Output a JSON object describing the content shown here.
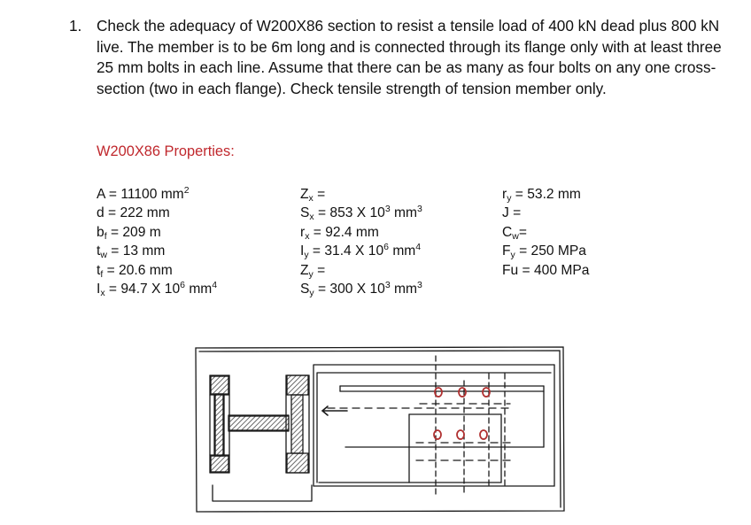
{
  "problem": {
    "number": "1.",
    "text": "Check the adequacy of W200X86 section to resist a tensile load of 400 kN dead plus 800 kN live. The member is to be 6m long and is connected through its flange only with at least three 25 mm bolts in each line. Assume that there can be as many as four bolts on any one cross-section (two in each flange). Check tensile strength of tension member only."
  },
  "properties_heading": "W200X86 Properties:",
  "properties": {
    "col1": [
      {
        "sym": "A",
        "sub": "",
        "rest": " = 11100 mm",
        "sup": "2"
      },
      {
        "sym": "d",
        "sub": "",
        "rest": " = 222 mm",
        "sup": ""
      },
      {
        "sym": "b",
        "sub": "f",
        "rest": " = 209 m",
        "sup": ""
      },
      {
        "sym": "t",
        "sub": "w",
        "rest": " = 13 mm",
        "sup": ""
      },
      {
        "sym": "t",
        "sub": "f",
        "rest": " = 20.6 mm",
        "sup": ""
      },
      {
        "sym": "I",
        "sub": "x",
        "rest": " = 94.7 X 10",
        "sup": "6",
        "tail": " mm",
        "tail_sup": "4"
      }
    ],
    "col2": [
      {
        "sym": "Z",
        "sub": "x",
        "rest": " =",
        "sup": ""
      },
      {
        "sym": "S",
        "sub": "x",
        "rest": " = 853 X 10",
        "sup": "3",
        "tail": " mm",
        "tail_sup": "3"
      },
      {
        "sym": "r",
        "sub": "x",
        "rest": " = 92.4 mm",
        "sup": ""
      },
      {
        "sym": "I",
        "sub": "y",
        "rest": " = 31.4 X 10",
        "sup": "6",
        "tail": " mm",
        "tail_sup": "4"
      },
      {
        "sym": "Z",
        "sub": "y",
        "rest": " =",
        "sup": ""
      },
      {
        "sym": "S",
        "sub": "y",
        "rest": " = 300 X 10",
        "sup": "3",
        "tail": " mm",
        "tail_sup": "3"
      }
    ],
    "col3": [
      {
        "sym": "r",
        "sub": "y",
        "rest": " = 53.2 mm",
        "sup": ""
      },
      {
        "sym": "J",
        "sub": "",
        "rest": " =",
        "sup": ""
      },
      {
        "sym": "C",
        "sub": "w",
        "rest": "=",
        "sup": ""
      },
      {
        "sym": "F",
        "sub": "y",
        "rest": " = 250 MPa",
        "sup": ""
      },
      {
        "sym": "Fu",
        "sub": "",
        "rest": " = 400 MPa",
        "sup": ""
      }
    ]
  },
  "colors": {
    "heading": "#c0282d",
    "text": "#111111",
    "sketch_line": "#1a1a1a",
    "hatch": "#444444",
    "bolt_hole": "#b03030"
  },
  "figure": {
    "kind": "hand-drawn sketch",
    "contents": [
      "W-section end view",
      "flange plate",
      "bolt pattern with 3 bolts per line"
    ]
  }
}
